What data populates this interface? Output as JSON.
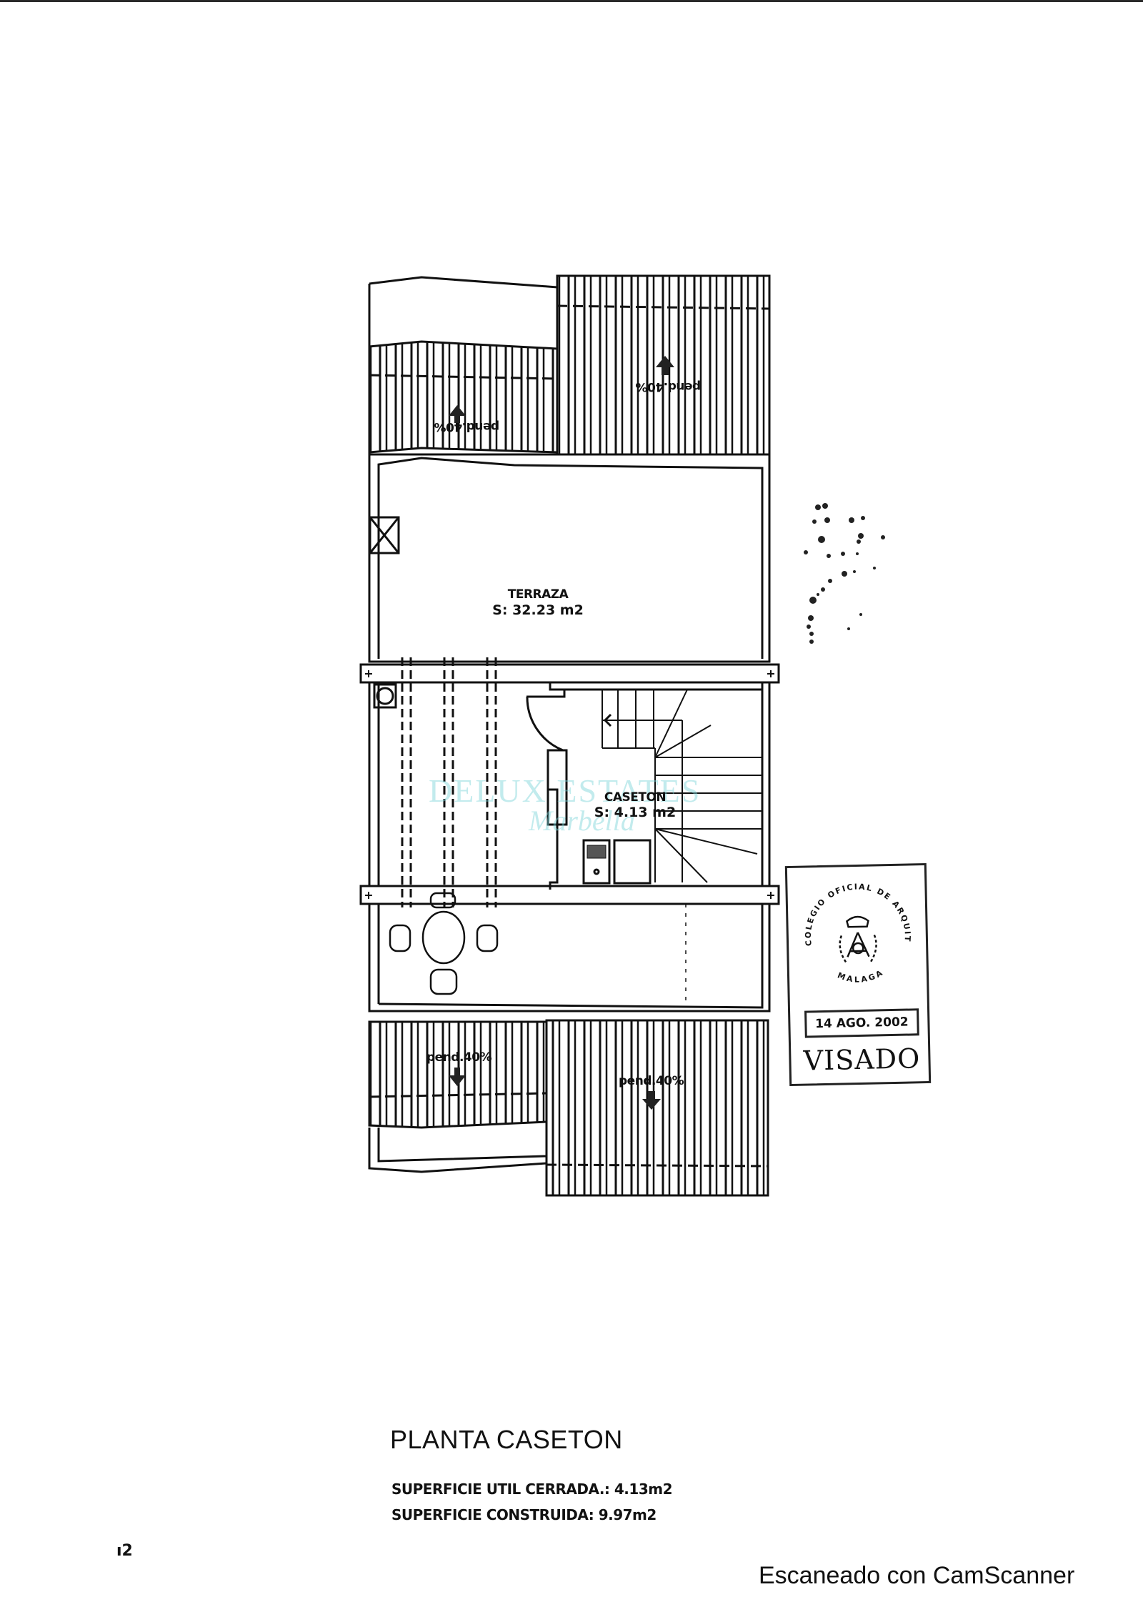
{
  "document": {
    "type": "architectural-floor-plan",
    "title": "PLANTA CASETON",
    "summary": {
      "util_cerrada_label": "SUPERFICIE UTIL CERRADA.:",
      "util_cerrada_value": "4.13m2",
      "construida_label": "SUPERFICIE CONSTRUIDA:",
      "construida_value": "9.97m2"
    },
    "page_marker": "ı2"
  },
  "rooms": [
    {
      "name": "TERRAZA",
      "area": "S: 32.23 m2"
    },
    {
      "name": "CASETON",
      "area": "S: 4.13 m2"
    }
  ],
  "roof_slopes": [
    {
      "position": "top-left",
      "label": "pend.40%",
      "direction": "up",
      "text_inverted": true
    },
    {
      "position": "top-right",
      "label": "pend.40%",
      "direction": "up",
      "text_inverted": true
    },
    {
      "position": "bottom-left",
      "label": "pend.40%",
      "direction": "down",
      "text_inverted": false
    },
    {
      "position": "bottom-right",
      "label": "pend.40%",
      "direction": "down",
      "text_inverted": false
    }
  ],
  "watermark": {
    "brand": "DELUX ESTATES",
    "sub": "Marbella",
    "color": "#78d2d7"
  },
  "stamp": {
    "seal_text": "COLEGIO OFICIAL DE ARQUITECTOS DE MALAGA",
    "date": "14 AGO. 2002",
    "label": "VISADO"
  },
  "footer": {
    "scanner_text": "Escaneado con CamScanner"
  }
}
